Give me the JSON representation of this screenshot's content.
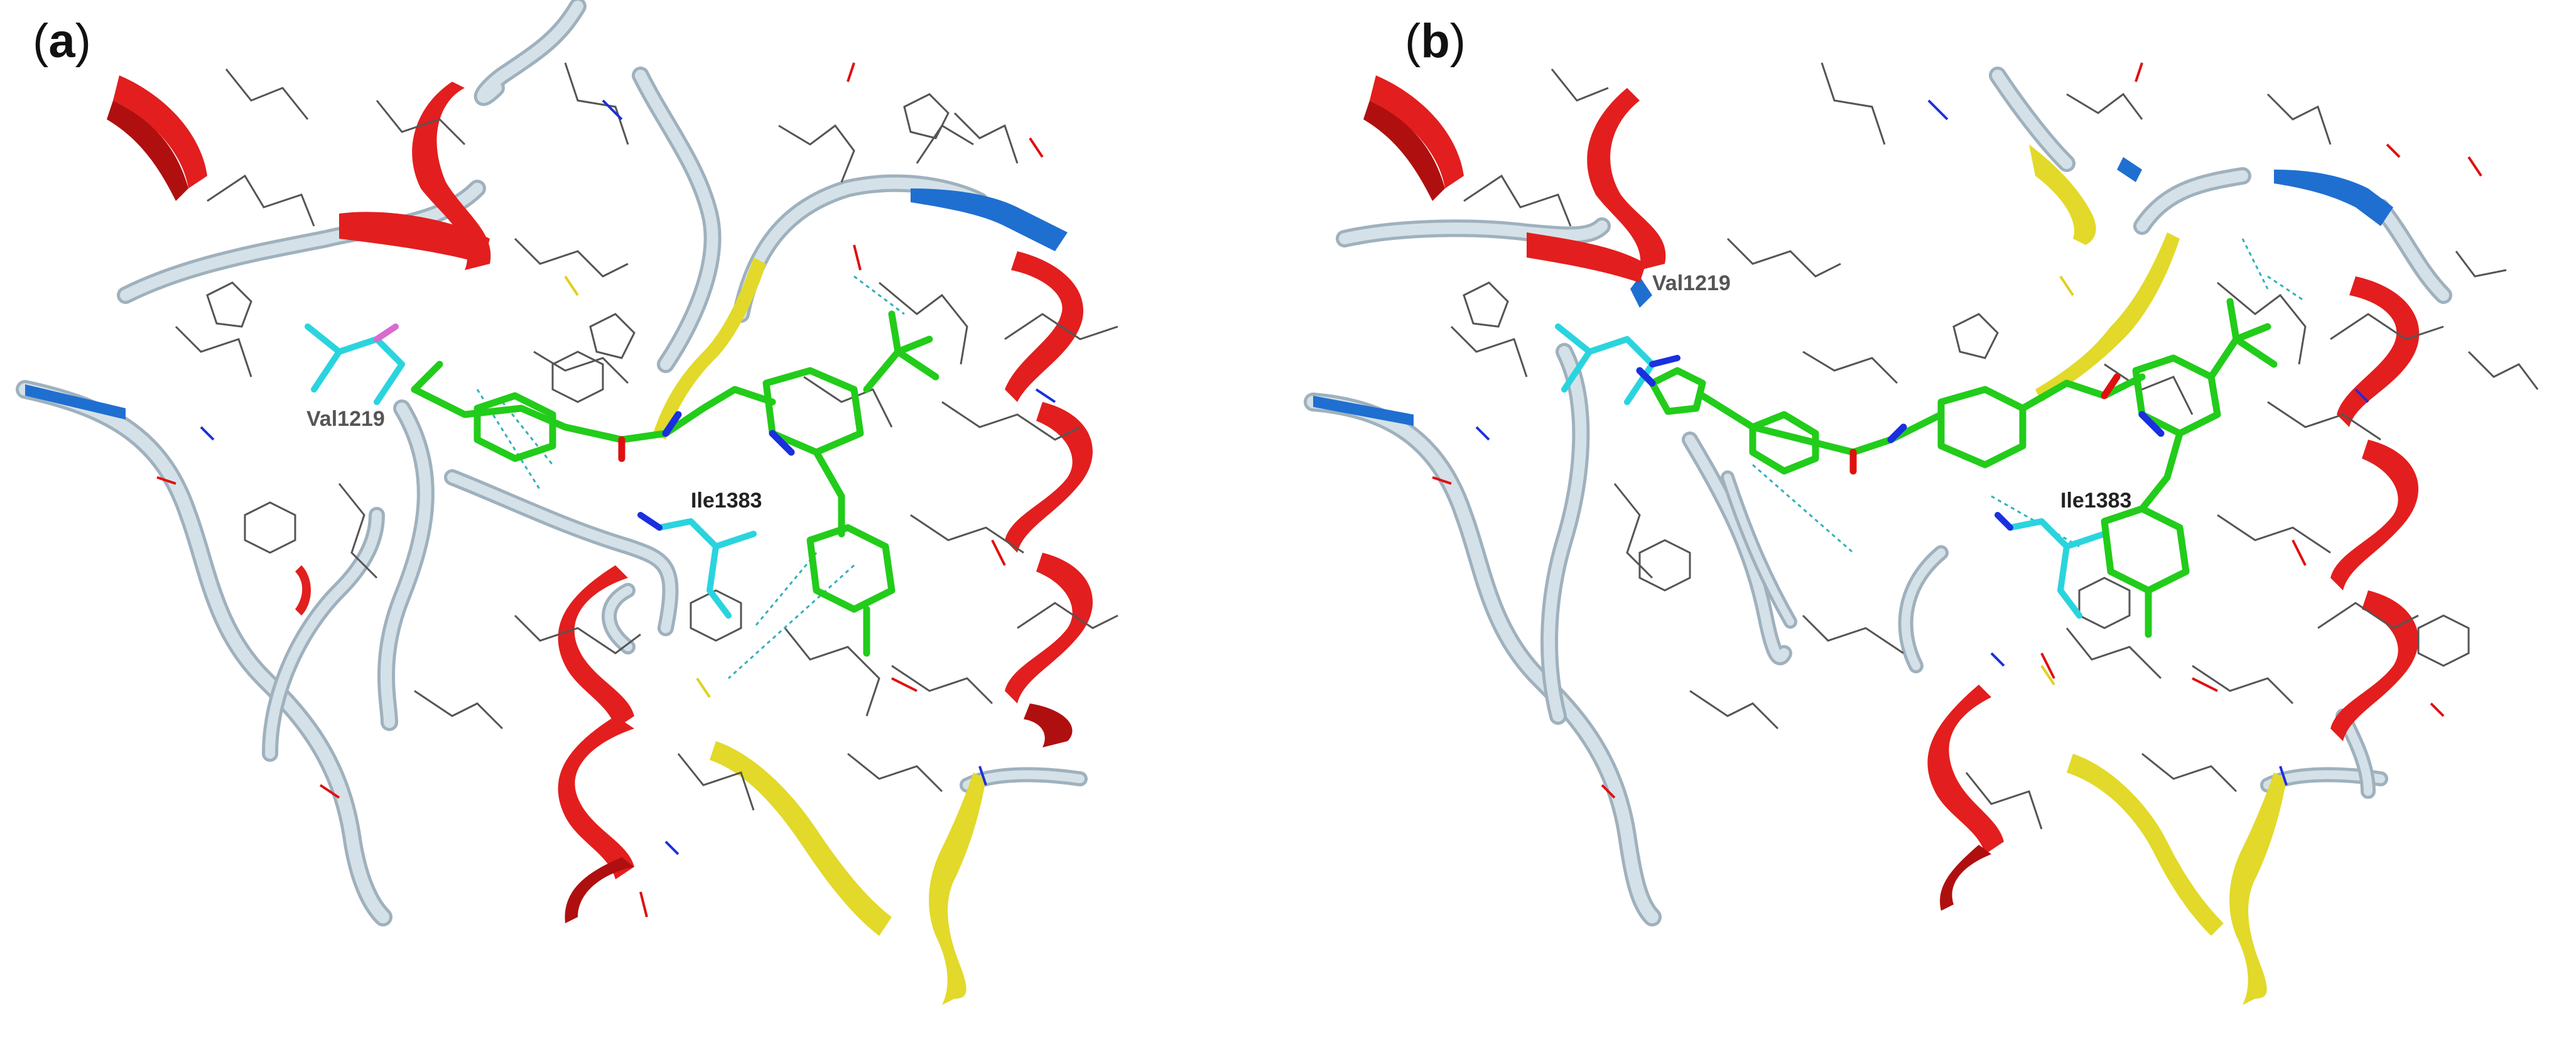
{
  "colors": {
    "helix": "#e31e1e",
    "helix_dark": "#b00f0f",
    "strand": "#e2d92a",
    "strand_dark": "#b0a814",
    "coil": "#c9d7e0",
    "coil_edge": "#9fb1bd",
    "blue_ribbon": "#1f6fd1",
    "ligand": "#22cc1a",
    "highlight_residue": "#2ad4de",
    "nitrogen": "#1a2fe0",
    "oxygen": "#e01010",
    "sulfur": "#e0d020",
    "carbon_wire": "#555555",
    "hbond": "#33b0b8"
  },
  "panels": [
    {
      "id": "a",
      "label_open": "(",
      "label_letter": "a",
      "label_close": ")",
      "residue_labels": [
        {
          "text": "Val1219"
        },
        {
          "text": "Ile1383"
        }
      ]
    },
    {
      "id": "b",
      "label_open": "(",
      "label_letter": "b",
      "label_close": ")",
      "residue_labels": [
        {
          "text": "Val1219"
        },
        {
          "text": "Ile1383"
        }
      ]
    }
  ]
}
